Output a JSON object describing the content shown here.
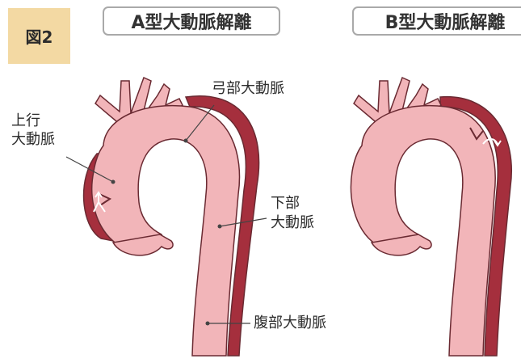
{
  "figure_badge": "図2",
  "panel_a": {
    "title": "A型大動脈解離",
    "labels": {
      "ascending_line1": "上行",
      "ascending_line2": "大動脈",
      "arch": "弓部大動脈",
      "descending_line1": "下部",
      "descending_line2": "大動脈",
      "abdominal": "腹部大動脈"
    }
  },
  "panel_b": {
    "title": "B型大動脈解離"
  },
  "colors": {
    "aorta_fill": "#f2b5b9",
    "false_lumen": "#a52f3d",
    "outline": "#6a2a32",
    "badge": "#f3d9a3",
    "leader_line": "#444444"
  }
}
